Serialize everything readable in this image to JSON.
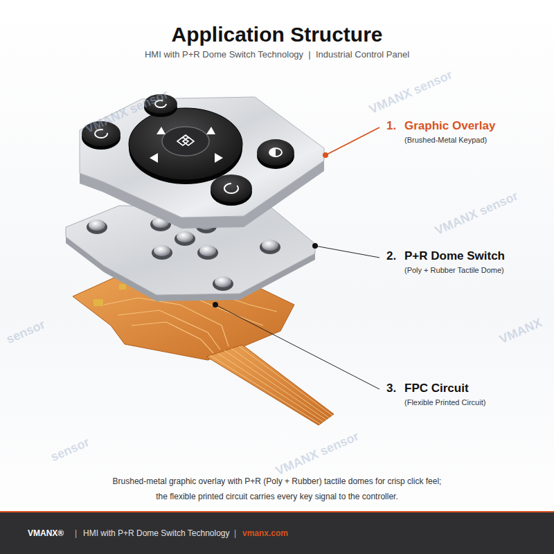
{
  "diagram": {
    "title": "Application Structure",
    "caption": "Brushed-metal graphic overlay with P+R (Poly + Rubber) tactile domes for crisp click feel; the flexible printed circuit carries every key signal to the controller.",
    "nodes": [
      {
        "text": [
          "VMANX®",
          "|",
          "HMI with P+R Dome Switch Technology",
          "|",
          "vmanx.com"
        ]
      }
    ],
    "labels": [
      "HMI with P+R Dome Switch Technology  |  Industrial Control Panel",
      "1.",
      "Graphic Overlay",
      "(Brushed-Metal Keypad)",
      "2.",
      "P+R Dome Switch",
      "(Poly + Rubber Tactile Dome)",
      "3.",
      "FPC Circuit",
      "(Flexible Printed Circuit)",
      "VMANX sensor",
      "VMANX sensor",
      "VMANX sensor",
      "sensor",
      "VMANX",
      "sensor",
      "VMANX sensor"
    ]
  }
}
